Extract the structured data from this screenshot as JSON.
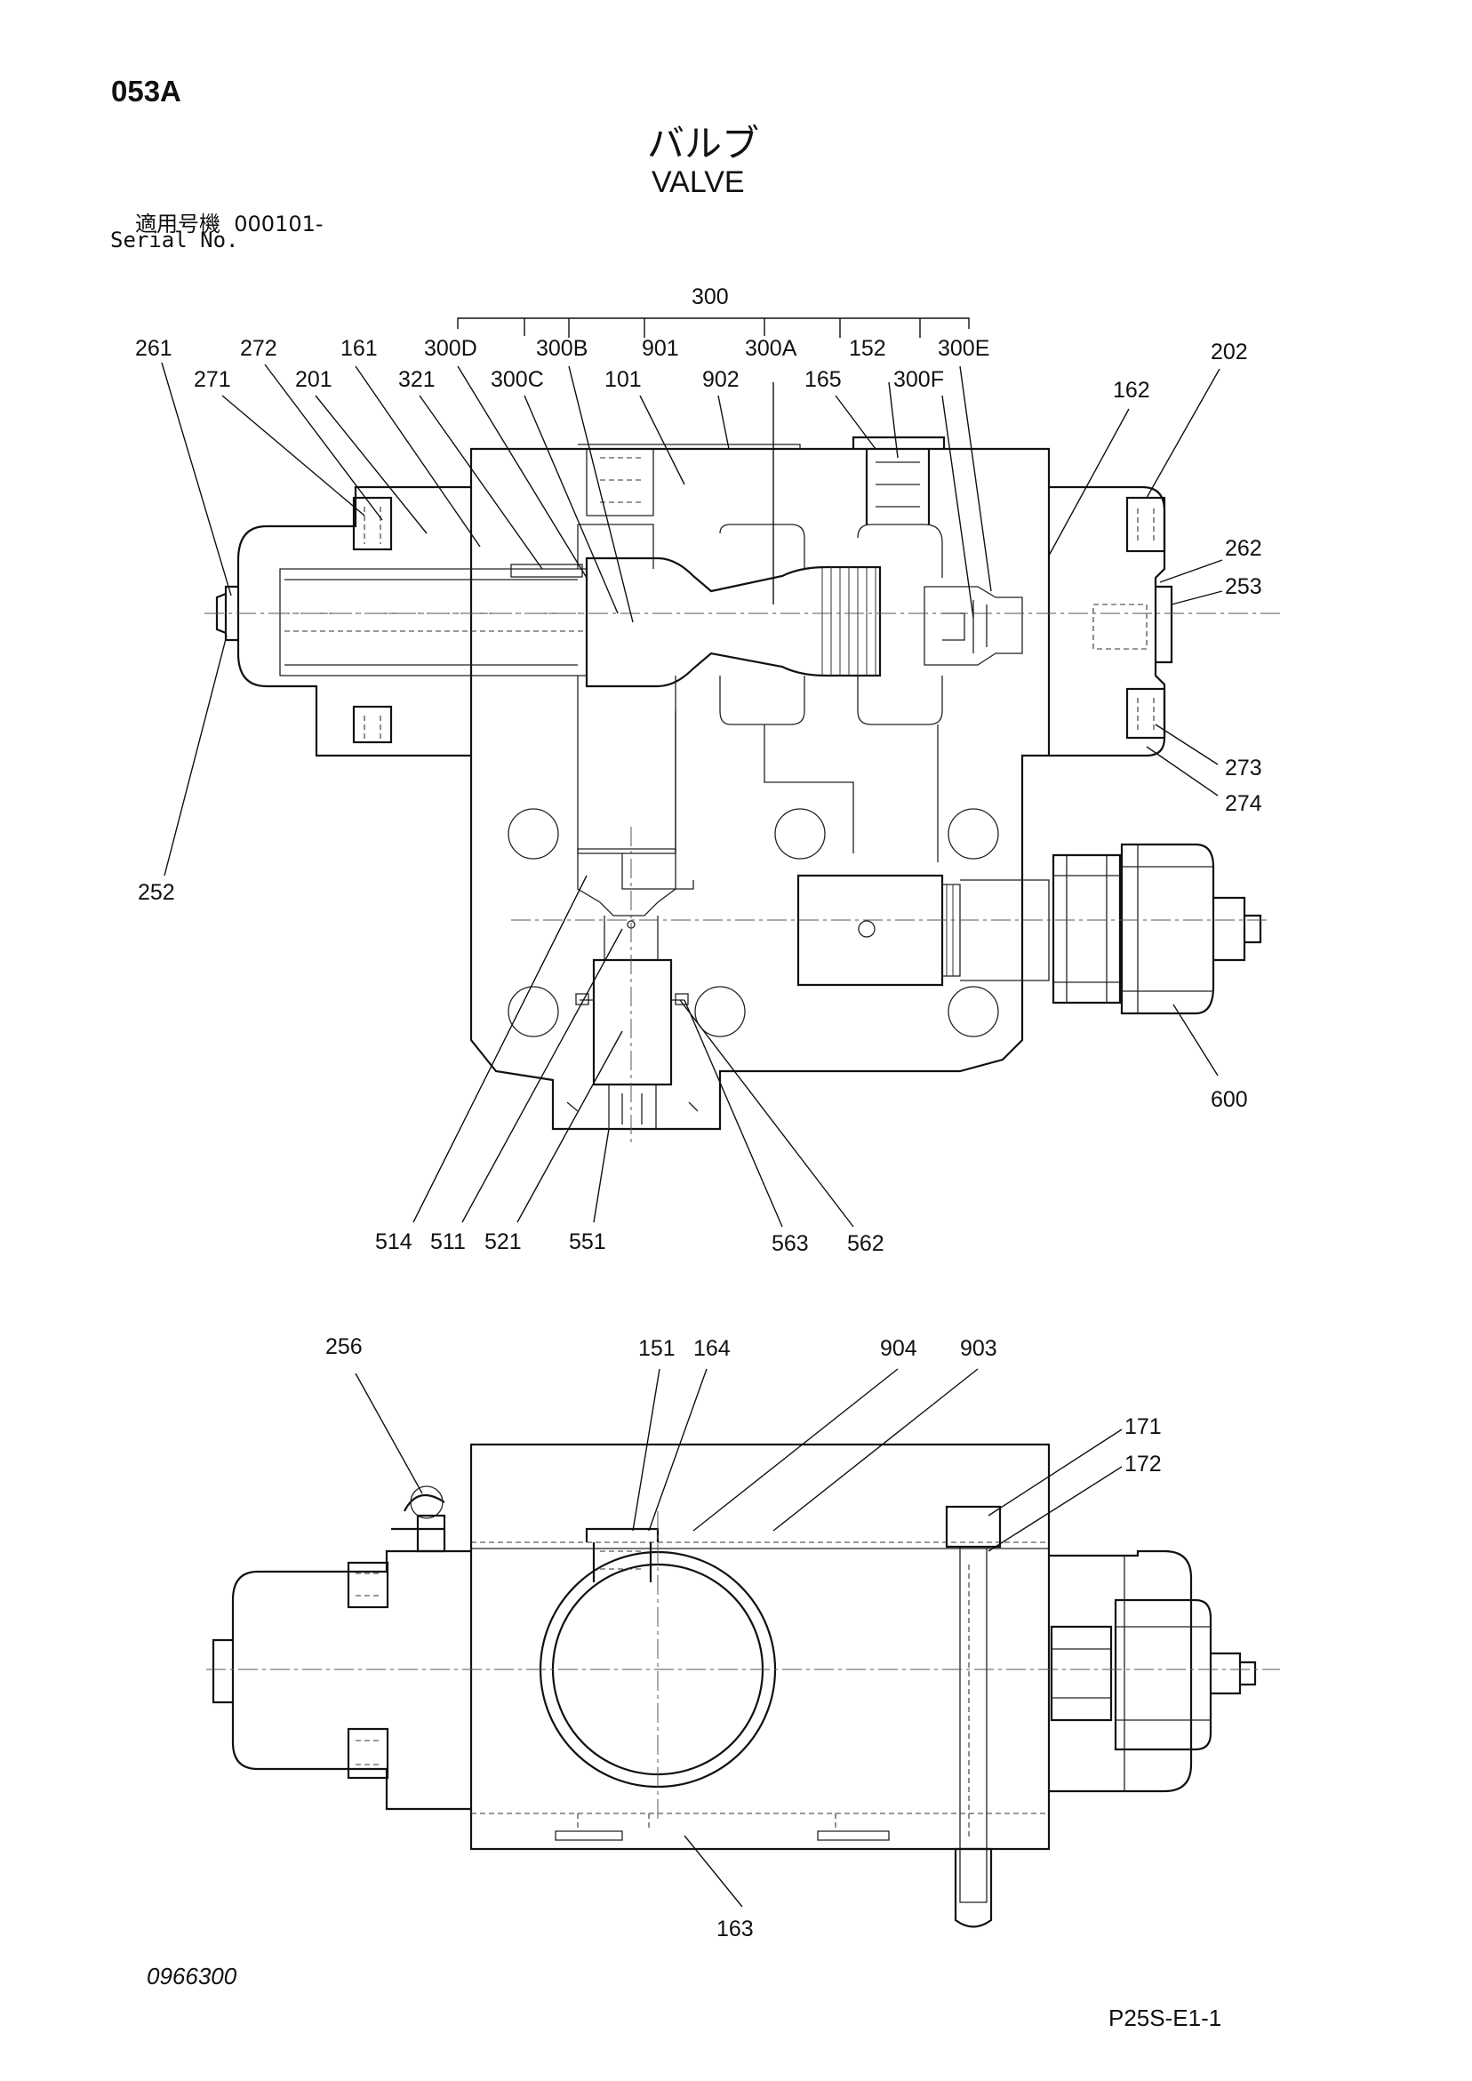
{
  "header": {
    "page_code": "053A",
    "title_jp": "バルブ",
    "title_en": "VALVE",
    "serial_label_jp": "適用号機",
    "serial_value": "000101-",
    "serial_label_en": "Serial No."
  },
  "top_view_labels": {
    "l300": "300",
    "l261": "261",
    "l272": "272",
    "l161": "161",
    "l300D": "300D",
    "l300B": "300B",
    "l901": "901",
    "l300A": "300A",
    "l152": "152",
    "l300E": "300E",
    "l202": "202",
    "l271": "271",
    "l201": "201",
    "l321": "321",
    "l300C": "300C",
    "l101": "101",
    "l902": "902",
    "l165": "165",
    "l300F": "300F",
    "l162": "162",
    "l262": "262",
    "l253": "253",
    "l273": "273",
    "l274": "274",
    "l252": "252",
    "l600": "600",
    "l514": "514",
    "l511": "511",
    "l521": "521",
    "l551": "551",
    "l563": "563",
    "l562": "562"
  },
  "bottom_view_labels": {
    "l256": "256",
    "l151": "151",
    "l164": "164",
    "l904": "904",
    "l903": "903",
    "l171": "171",
    "l172": "172",
    "l163": "163"
  },
  "footer": {
    "doc_number": "0966300",
    "page_ref": "P25S-E1-1"
  }
}
